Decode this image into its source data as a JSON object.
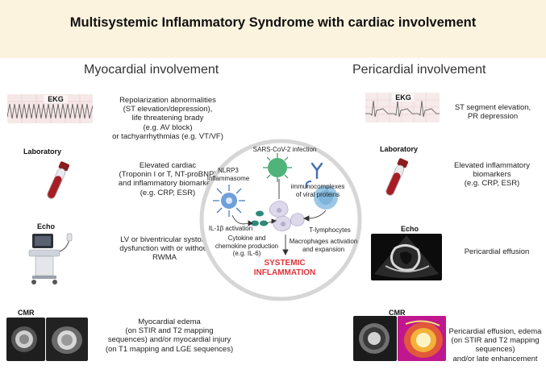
{
  "title": "Multisystemic Inflammatory Syndrome with cardiac involvement",
  "myocardial": {
    "heading": "Myocardial involvement",
    "ekg": {
      "label": "EKG",
      "text": [
        "Repolarization abnormalities",
        "(ST elevation/depression),",
        "life threatening brady",
        "(e.g. AV block)",
        "or tachyarrhythmias (e.g. VT/VF)"
      ]
    },
    "lab": {
      "label": "Laboratory",
      "text": [
        "Elevated cardiac",
        "(Troponin I or T, NT-proBNP)",
        "and inflammatory biomarkers",
        "(e.g. CRP, ESR)"
      ]
    },
    "echo": {
      "label": "Echo",
      "text": [
        "LV or biventricular systolic",
        "dysfunction with or without",
        "RWMA"
      ]
    },
    "cmr": {
      "label": "CMR",
      "text": [
        "Myocardial edema",
        "(on STIR and T2 mapping",
        "sequences) and/or myocardial injury",
        "(on T1 mapping and LGE sequences)"
      ]
    }
  },
  "pericardial": {
    "heading": "Pericardial involvement",
    "ekg": {
      "label": "EKG",
      "text": [
        "ST segment elevation,",
        "PR depression"
      ]
    },
    "lab": {
      "label": "Laboratory",
      "text": [
        "Elevated inflammatory",
        "biomarkers",
        "(e.g. CRP, ESR)"
      ]
    },
    "echo": {
      "label": "Echo",
      "text": [
        "Pericardial effusion"
      ]
    },
    "cmr": {
      "label": "CMR",
      "text": [
        "Pericardial effusion, edema",
        "(on STIR and T2 mapping",
        "sequences)",
        "and/or late enhancement"
      ]
    }
  },
  "center": {
    "virus": "SARS-CoV-2 infection",
    "nlrp3": [
      "NLRP3",
      "Inflammasome"
    ],
    "immuno": [
      "immunocomplexes",
      "of viral proteins"
    ],
    "il1": "IL-1β activation",
    "tcells": "T-lymphocytes",
    "cytokine": [
      "Cytokine and",
      "chemokine production",
      "(e.g. IL-6)"
    ],
    "macro": [
      "Macrophages activation",
      "and expansion"
    ],
    "systemic": [
      "SYSTEMIC",
      "INFLAMMATION"
    ]
  },
  "colors": {
    "header_bg": "#fbf3de",
    "systemic": "#e0343a",
    "circle": "#d6d6d6"
  }
}
